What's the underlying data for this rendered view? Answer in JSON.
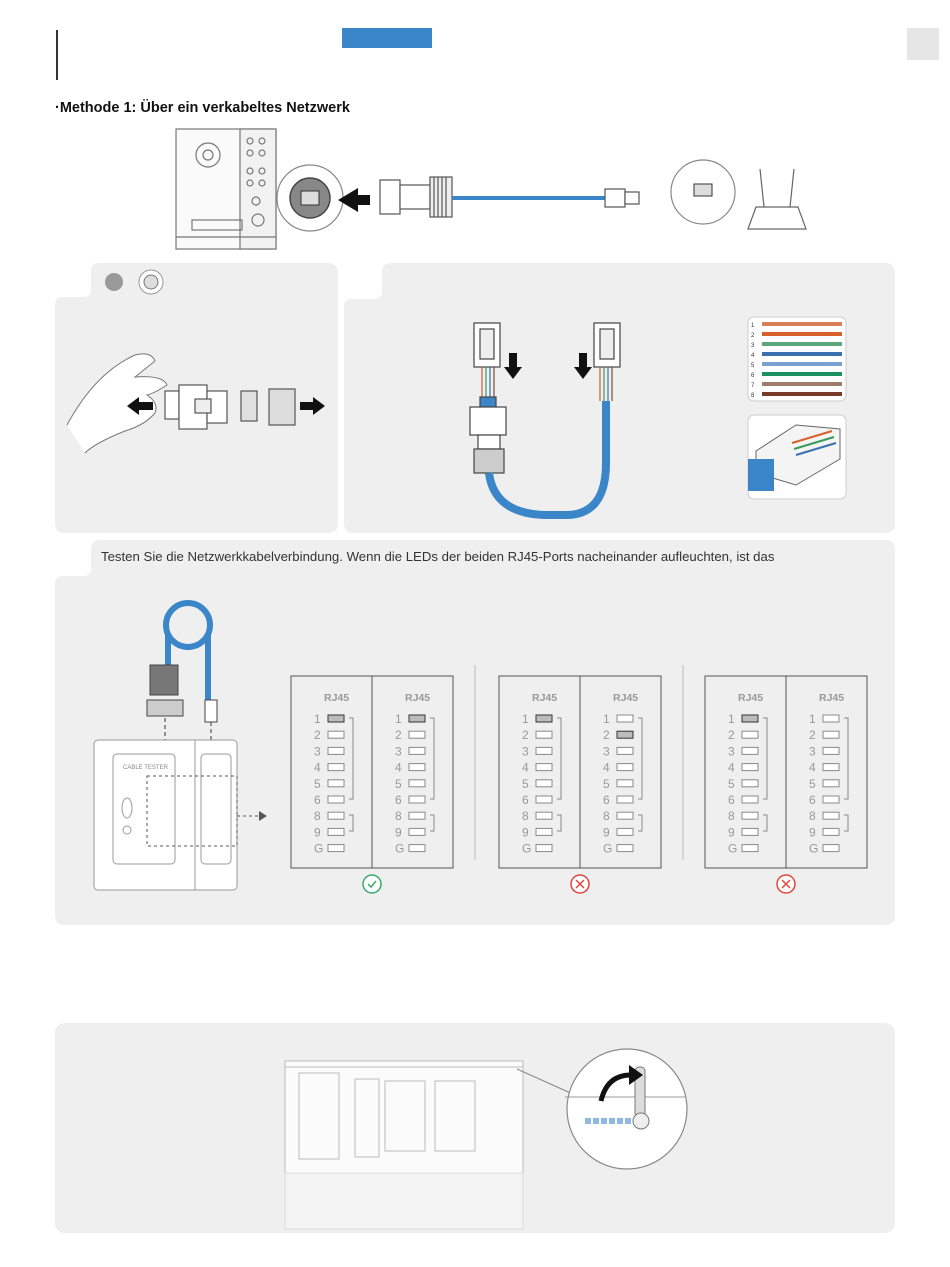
{
  "heading": "·Methode 1: Über ein verkabeltes Netzwerk",
  "step_caption": "Testen Sie die Netzwerkkabelverbindung. Wenn die LEDs der beiden RJ45-Ports nacheinander aufleuchten, ist das",
  "tester": {
    "title": "CABLE TESTER",
    "port_label": "RJ45",
    "pins": [
      "1",
      "2",
      "3",
      "4",
      "5",
      "6",
      "8",
      "9",
      "G"
    ]
  },
  "led_panels": [
    {
      "left_lit": [
        1
      ],
      "right_lit": [
        1
      ],
      "result": "ok"
    },
    {
      "left_lit": [
        1
      ],
      "right_lit": [
        2
      ],
      "result": "error"
    },
    {
      "left_lit": [
        1
      ],
      "right_lit": [],
      "result": "error"
    }
  ],
  "wire_numbers": [
    "1",
    "2",
    "3",
    "4",
    "5",
    "6",
    "7",
    "8"
  ],
  "colors": {
    "accent_blue": "#3b86c8",
    "panel_bg": "#efefef",
    "ok_green": "#3aab6a",
    "error_red": "#e0463c"
  }
}
